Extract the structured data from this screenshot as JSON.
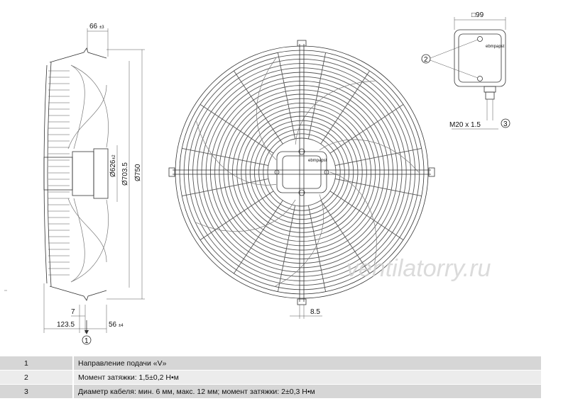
{
  "side_view": {
    "dims": {
      "top_width": "66",
      "top_width_tol": "±3",
      "d626": "Ø626",
      "d626_tol": "±2",
      "d703": "Ø703.5",
      "d750": "Ø750",
      "bottom_7": "7",
      "bottom_123": "123.5",
      "bottom_56": "56",
      "bottom_56_tol": "±4"
    },
    "marker": "1"
  },
  "front_view": {
    "dim_bottom": "8.5",
    "hub_label": "ebmpapst",
    "watermark": "ventilatorry.ru"
  },
  "terminal_box": {
    "dim_top": "□99",
    "marker_screw": "2",
    "thread": "M20 x 1.5",
    "marker_cable": "3",
    "logo": "ebmpapst"
  },
  "legend": [
    {
      "num": "1",
      "text": "Направление подачи «V»"
    },
    {
      "num": "2",
      "text": "Момент затяжки: 1,5±0,2 Н•м"
    },
    {
      "num": "3",
      "text": "Диаметр кабеля: мин. 6 мм, макс. 12 мм; момент затяжки: 2±0,3 Н•м"
    }
  ]
}
